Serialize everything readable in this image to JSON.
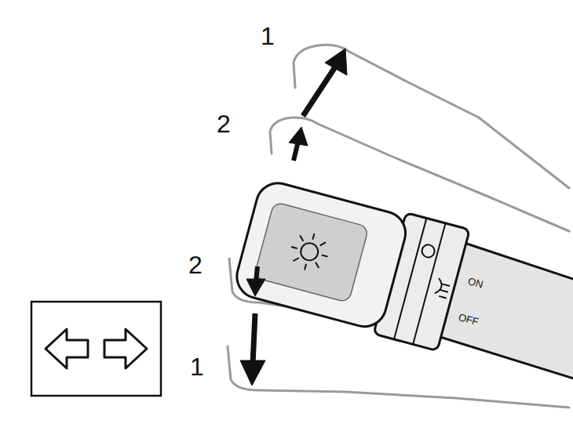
{
  "diagram": {
    "labels": [
      "1",
      "2",
      "2",
      "1",
      "ON",
      "OFF"
    ]
  }
}
